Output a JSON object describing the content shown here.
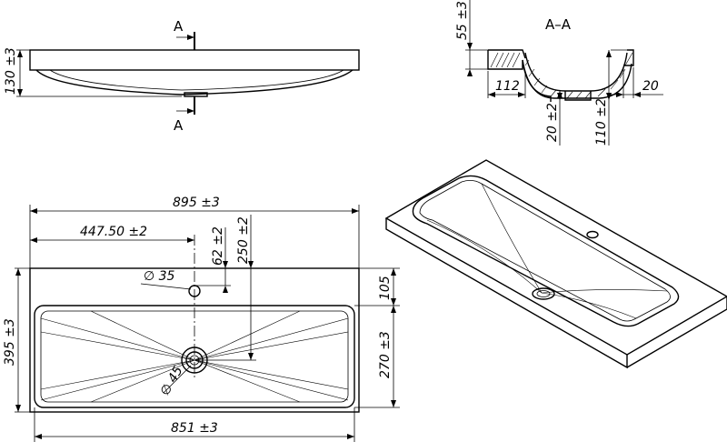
{
  "section_marker": "A",
  "section_title": "A–A",
  "dimensions": {
    "height_130": "130 ±3",
    "rim_55": "55 ±3",
    "offset_112": "112",
    "rim_20": "20",
    "bottom_20": "20 ±2",
    "depth_110": "110 ±2",
    "width_895": "895 ±3",
    "half_447": "447.50 ±2",
    "tap_62": "62 ±2",
    "tap_250": "250 ±2",
    "tap_dia": "∅ 35",
    "drain_dia": "∅ 45",
    "depth_395": "395 ±3",
    "back_105": "105",
    "front_270": "270 ±3",
    "bowl_851": "851 ±3"
  }
}
